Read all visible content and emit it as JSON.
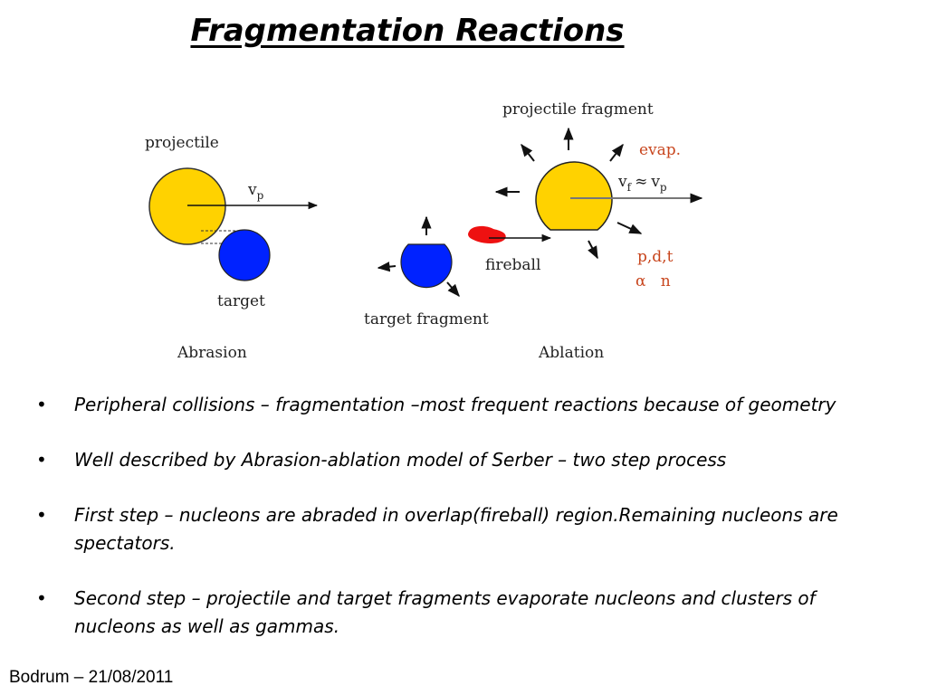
{
  "slide": {
    "title": "Fragmentation Reactions",
    "footer": "Bodrum – 21/08/2011"
  },
  "diagram": {
    "labels": {
      "projectile": "projectile",
      "vp": "v",
      "vp_sub": "p",
      "target": "target",
      "abrasion": "Abrasion",
      "target_fragment": "target fragment",
      "fireball": "fireball",
      "projectile_fragment": "projectile fragment",
      "evap": "evap.",
      "vf": "v",
      "vf_sub": "f",
      "approx": "≈",
      "vp2": "v",
      "vp2_sub": "p",
      "pdt": "p,d,t",
      "alpha_n": "α   n",
      "ablation": "Ablation"
    },
    "colors": {
      "projectile": "#ffd200",
      "target": "#0022ff",
      "fireball": "#ee1111",
      "evap_text": "#c8461e"
    }
  },
  "bullets": [
    "Peripheral collisions – fragmentation –most frequent reactions because of geometry",
    "Well described by Abrasion-ablation model of Serber – two step process",
    "First step – nucleons are abraded in overlap(fireball) region.Remaining nucleons are spectators.",
    "Second step – projectile and target fragments evaporate nucleons and clusters of nucleons as well as gammas."
  ]
}
